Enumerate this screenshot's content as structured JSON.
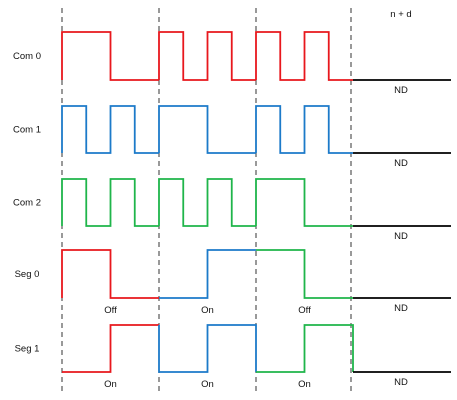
{
  "colors": {
    "red": "#e8171d",
    "blue": "#1c7ac9",
    "green": "#1fb54a",
    "black": "#000000",
    "gridline": "#333333"
  },
  "header_label": "n + d",
  "rows": [
    {
      "label": "Com 0",
      "nd_label": "ND",
      "segments": [
        {
          "color": "red",
          "pts": [
            [
              0,
              0
            ],
            [
              0,
              1
            ],
            [
              1,
              1
            ],
            [
              1,
              0
            ],
            [
              2,
              0
            ]
          ]
        },
        {
          "color": "red",
          "pts": [
            [
              2,
              0
            ],
            [
              2,
              1
            ],
            [
              2.5,
              1
            ],
            [
              2.5,
              0
            ],
            [
              3,
              0
            ],
            [
              3,
              1
            ],
            [
              3.5,
              1
            ],
            [
              3.5,
              0
            ],
            [
              4,
              0
            ]
          ]
        },
        {
          "color": "red",
          "pts": [
            [
              4,
              0
            ],
            [
              4,
              1
            ],
            [
              4.5,
              1
            ],
            [
              4.5,
              0
            ],
            [
              5,
              0
            ],
            [
              5,
              1
            ],
            [
              5.5,
              1
            ],
            [
              5.5,
              0
            ],
            [
              6,
              0
            ]
          ]
        },
        {
          "color": "black",
          "pts": [
            [
              6,
              0
            ],
            [
              8.2,
              0
            ]
          ]
        }
      ],
      "captions": []
    },
    {
      "label": "Com 1",
      "nd_label": "ND",
      "segments": [
        {
          "color": "blue",
          "pts": [
            [
              0,
              0
            ],
            [
              0,
              1
            ],
            [
              0.5,
              1
            ],
            [
              0.5,
              0
            ],
            [
              1,
              0
            ],
            [
              1,
              1
            ],
            [
              1.5,
              1
            ],
            [
              1.5,
              0
            ],
            [
              2,
              0
            ]
          ]
        },
        {
          "color": "blue",
          "pts": [
            [
              2,
              0
            ],
            [
              2,
              1
            ],
            [
              3,
              1
            ],
            [
              3,
              0
            ],
            [
              4,
              0
            ]
          ]
        },
        {
          "color": "blue",
          "pts": [
            [
              4,
              0
            ],
            [
              4,
              1
            ],
            [
              4.5,
              1
            ],
            [
              4.5,
              0
            ],
            [
              5,
              0
            ],
            [
              5,
              1
            ],
            [
              5.5,
              1
            ],
            [
              5.5,
              0
            ],
            [
              6,
              0
            ]
          ]
        },
        {
          "color": "black",
          "pts": [
            [
              6,
              0
            ],
            [
              8.2,
              0
            ]
          ]
        }
      ],
      "captions": []
    },
    {
      "label": "Com 2",
      "nd_label": "ND",
      "segments": [
        {
          "color": "green",
          "pts": [
            [
              0,
              0
            ],
            [
              0,
              1
            ],
            [
              0.5,
              1
            ],
            [
              0.5,
              0
            ],
            [
              1,
              0
            ],
            [
              1,
              1
            ],
            [
              1.5,
              1
            ],
            [
              1.5,
              0
            ],
            [
              2,
              0
            ]
          ]
        },
        {
          "color": "green",
          "pts": [
            [
              2,
              0
            ],
            [
              2,
              1
            ],
            [
              2.5,
              1
            ],
            [
              2.5,
              0
            ],
            [
              3,
              0
            ],
            [
              3,
              1
            ],
            [
              3.5,
              1
            ],
            [
              3.5,
              0
            ],
            [
              4,
              0
            ]
          ]
        },
        {
          "color": "green",
          "pts": [
            [
              4,
              0
            ],
            [
              4,
              1
            ],
            [
              5,
              1
            ],
            [
              5,
              0
            ],
            [
              6,
              0
            ]
          ]
        },
        {
          "color": "black",
          "pts": [
            [
              6,
              0
            ],
            [
              8.2,
              0
            ]
          ]
        }
      ],
      "captions": []
    },
    {
      "label": "Seg 0",
      "nd_label": "ND",
      "segments": [
        {
          "color": "red",
          "pts": [
            [
              0,
              0
            ],
            [
              0,
              1
            ],
            [
              1,
              1
            ],
            [
              1,
              0
            ],
            [
              2,
              0
            ]
          ]
        },
        {
          "color": "blue",
          "pts": [
            [
              2,
              0
            ],
            [
              3,
              0
            ],
            [
              3,
              1
            ],
            [
              4,
              1
            ]
          ]
        },
        {
          "color": "green",
          "pts": [
            [
              4,
              1
            ],
            [
              5,
              1
            ],
            [
              5,
              0
            ],
            [
              6,
              0
            ]
          ]
        },
        {
          "color": "black",
          "pts": [
            [
              6,
              0
            ],
            [
              8.2,
              0
            ]
          ]
        }
      ],
      "captions": [
        "Off",
        "On",
        "Off"
      ]
    },
    {
      "label": "Seg 1",
      "nd_label": "ND",
      "segments": [
        {
          "color": "red",
          "pts": [
            [
              0,
              0
            ],
            [
              1,
              0
            ],
            [
              1,
              1
            ],
            [
              2,
              1
            ]
          ]
        },
        {
          "color": "blue",
          "pts": [
            [
              2,
              1
            ],
            [
              2,
              0
            ],
            [
              3,
              0
            ],
            [
              3,
              1
            ],
            [
              4,
              1
            ],
            [
              4,
              0
            ]
          ]
        },
        {
          "color": "green",
          "pts": [
            [
              4,
              0
            ],
            [
              5,
              0
            ],
            [
              5,
              1
            ],
            [
              6,
              1
            ],
            [
              6,
              0
            ]
          ]
        },
        {
          "color": "black",
          "pts": [
            [
              6,
              0
            ],
            [
              8.2,
              0
            ]
          ]
        }
      ],
      "captions": [
        "On",
        "On",
        "On"
      ]
    }
  ]
}
